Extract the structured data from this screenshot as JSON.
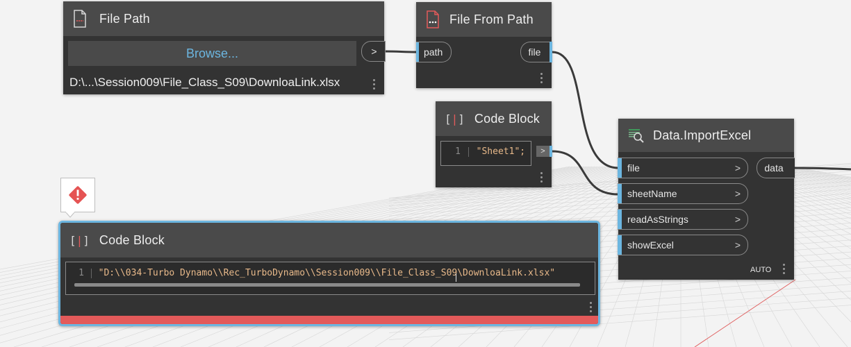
{
  "nodes": {
    "file_path": {
      "title": "File Path",
      "browse_label": "Browse...",
      "path_value": "D:\\...\\Session009\\File_Class_S09\\DownloaLink.xlsx",
      "out_chevron": ">"
    },
    "file_from_path": {
      "title": "File From Path",
      "in_port": "path",
      "out_port": "file"
    },
    "code_block_small": {
      "title": "Code Block",
      "line_number": "1",
      "code": "\"Sheet1\";",
      "out_chevron": ">"
    },
    "import_excel": {
      "title": "Data.ImportExcel",
      "inputs": [
        "file",
        "sheetName",
        "readAsStrings",
        "showExcel"
      ],
      "chevron": ">",
      "output": "data",
      "lacing": "AUTO"
    },
    "code_block_large": {
      "title": "Code Block",
      "line_number": "1",
      "code": "\"D:\\\\034-Turbo Dynamo\\\\Rec_TurboDynamo\\\\Session009\\\\File_Class_S09\\DownloaLink.xlsx\"",
      "warning": true
    }
  },
  "colors": {
    "node_body": "#333333",
    "node_header": "#4a4a4a",
    "port_accent": "#6cb6e0",
    "selection": "#6cb6e0",
    "error_bar": "#e35a5a",
    "warning": "#e55353",
    "browse_text": "#6cb6e0",
    "string_literal": "#e8b98a"
  }
}
